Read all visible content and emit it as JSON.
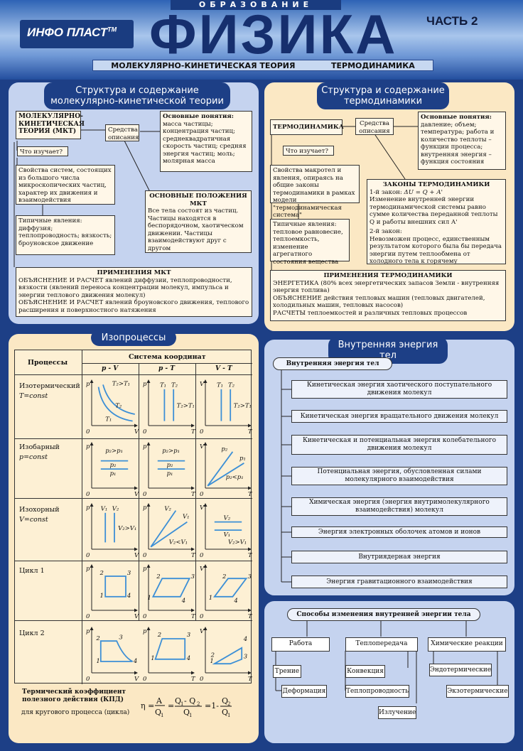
{
  "header": {
    "top_band": "ОБРАЗОВАНИЕ",
    "logo": "ИНФО ПЛАСТ",
    "logo_tm": "TM",
    "title": "ФИЗИКА",
    "part": "ЧАСТЬ 2",
    "subtitle_left": "МОЛЕКУЛЯРНО-КИНЕТИЧЕСКАЯ ТЕОРИЯ",
    "subtitle_right": "ТЕРМОДИНАМИКА"
  },
  "mkt": {
    "title": "Структура и содержание молекулярно-кинетической теории",
    "root": "МОЛЕКУЛЯРНО-КИНЕТИЧЕСКАЯ ТЕОРИЯ (МКТ)",
    "means": "Средства описания",
    "concepts_title": "Основные понятия:",
    "concepts": "масса частицы; концентрация частиц; среднеквадратичная скорость частиц; средняя энергия частиц; моль; молярная масса",
    "what": "Что изучает?",
    "studies": "Свойства систем, состоящих из большого числа микроскопических частиц, характер их движения и взаимодействия",
    "phenomena": "Типичные явления: диффузия; теплопроводность; вязкость; броуновское движение",
    "positions_title": "ОСНОВНЫЕ ПОЛОЖЕНИЯ МКТ",
    "positions": "Все тела состоят из частиц. Частицы находятся в беспорядочном, хаотическом движении. Частицы взаимодействуют друг с другом",
    "apps_title": "ПРИМЕНЕНИЯ МКТ",
    "apps_1": "ОБЪЯСНЕНИЕ И РАСЧЕТ явлений диффузии, теплопроводности, вязкости (явлений переноса концентрации молекул, импульса и энергии теплового движения молекул)",
    "apps_2": "ОБЪЯСНЕНИЕ И РАСЧЕТ явлений броуновского движения, теплового расширения и поверхностного натяжения"
  },
  "td": {
    "title": "Структура и содержание термодинамики",
    "root": "ТЕРМОДИНАМИКА",
    "means": "Средства описания",
    "concepts_title": "Основные понятия:",
    "concepts": "давление; объем; температура; работа и количество теплоты – функции процесса; внутренняя энергия – функция состояния",
    "what": "Что изучает?",
    "studies": "Свойства макротел и явления, опираясь на общие законы термодинамики в рамках модели \"термодинамическая система\"",
    "phenomena": "Типичные явления: тепловое равновесие, теплоемкость, изменение агрегатного состояния вещества",
    "laws_title": "ЗАКОНЫ ТЕРМОДИНАМИКИ",
    "law1_label": "1-й закон:",
    "law1_formula": "ΔU = Q + A'",
    "law1_text": "Изменение внутренней энергии термодинамической системы равно сумме количества переданной теплоты Q и работы внешних сил A'",
    "law2_label": "2-й закон:",
    "law2_text": "Невозможен процесс, единственным результатом которого была бы передача энергии путем теплообмена от холодного тела к горячему",
    "apps_title": "ПРИМЕНЕНИЯ ТЕРМОДИНАМИКИ",
    "apps_1": "ЭНЕРГЕТИКА (80% всех энергетических запасов Земли - внутренняя энергия топлива)",
    "apps_2": "ОБЪЯСНЕНИЕ действия тепловых машин (тепловых двигателей, холодильных машин, тепловых насосов)",
    "apps_3": "РАСЧЕТЫ теплоемкостей и различных тепловых процессов"
  },
  "iso": {
    "title": "Изопроцессы",
    "col_proc": "Процессы",
    "col_sys": "Система координат",
    "sub_cols": [
      "p - V",
      "p - T",
      "V - T"
    ],
    "rows": [
      {
        "name": "Изотермический",
        "cond": "T=const"
      },
      {
        "name": "Изобарный",
        "cond": "p=const"
      },
      {
        "name": "Изохорный",
        "cond": "V=const"
      },
      {
        "name": "Цикл 1",
        "cond": ""
      },
      {
        "name": "Цикл 2",
        "cond": ""
      }
    ],
    "eff_label": "Термический коэффициент полезного действия (КПД)",
    "eff_note": "для кругового процесса (цикла)"
  },
  "ie": {
    "title": "Внутренняя энергия тел",
    "root": "Внутренняя энергия тел",
    "items": [
      "Кинетическая энергия хаотического поступательного движения молекул",
      "Кинетическая энергия вращательного движения молекул",
      "Кинетическая и потенциальная энергия колебательного движения молекул",
      "Потенциальная энергия, обусловленная силами молекулярного взаимодействия",
      "Химическая энергия (энергия внутримолекулярного взаимодействия) молекул",
      "Энергия электронных оболочек атомов и ионов",
      "Внутриядерная энергия",
      "Энергия гравитационного взаимодействия"
    ]
  },
  "ways": {
    "root": "Способы изменения внутренней энергии тела",
    "work": "Работа",
    "heat": "Теплопередача",
    "chem": "Химические реакции",
    "friction": "Трение",
    "deform": "Деформация",
    "convection": "Конвекция",
    "conduction": "Теплопроводность",
    "radiation": "Излучение",
    "endo": "Эндотермические",
    "exo": "Экзотермические"
  },
  "colors": {
    "frame": "#1d3f86",
    "blue_panel": "#c5d3ef",
    "cream_panel": "#fbe8c4",
    "graph_line": "#3c8fd6"
  }
}
